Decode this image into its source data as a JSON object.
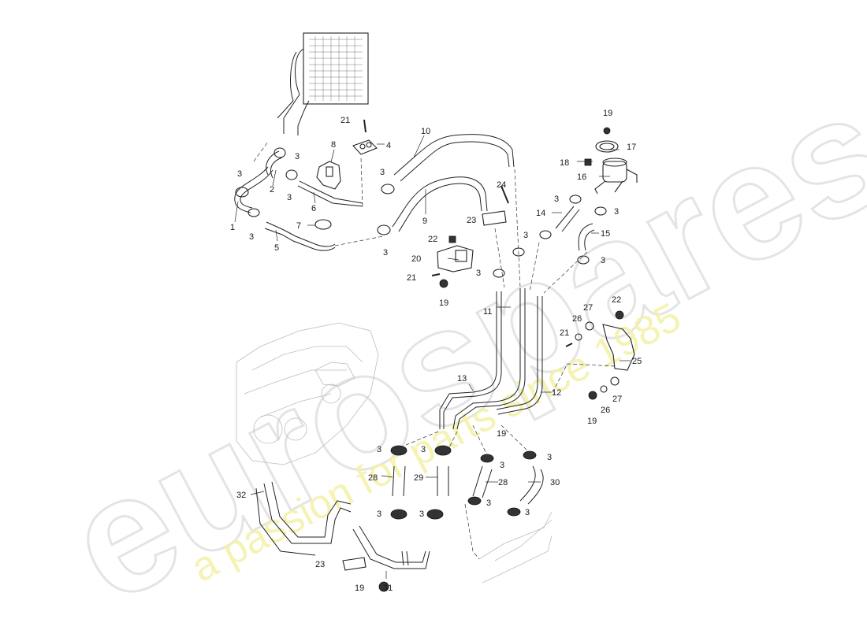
{
  "watermark": {
    "brand": "eurospares",
    "tagline": "a passion for parts since 1985"
  },
  "callouts": [
    {
      "id": "c1",
      "text": "1"
    },
    {
      "id": "c2",
      "text": "2"
    },
    {
      "id": "c3a",
      "text": "3"
    },
    {
      "id": "c3b",
      "text": "3"
    },
    {
      "id": "c3c",
      "text": "3"
    },
    {
      "id": "c3d",
      "text": "3"
    },
    {
      "id": "c3e",
      "text": "3"
    },
    {
      "id": "c4",
      "text": "4"
    },
    {
      "id": "c5",
      "text": "5"
    },
    {
      "id": "c6",
      "text": "6"
    },
    {
      "id": "c7",
      "text": "7"
    },
    {
      "id": "c8",
      "text": "8"
    },
    {
      "id": "c3f",
      "text": "3"
    },
    {
      "id": "c9",
      "text": "9"
    },
    {
      "id": "c10",
      "text": "10"
    },
    {
      "id": "c21a",
      "text": "21"
    },
    {
      "id": "c24",
      "text": "24"
    },
    {
      "id": "c23a",
      "text": "23"
    },
    {
      "id": "c22a",
      "text": "22"
    },
    {
      "id": "c20",
      "text": "20"
    },
    {
      "id": "c21b",
      "text": "21"
    },
    {
      "id": "c19a",
      "text": "19"
    },
    {
      "id": "c3g",
      "text": "3"
    },
    {
      "id": "c11",
      "text": "11"
    },
    {
      "id": "c19b",
      "text": "19"
    },
    {
      "id": "c17",
      "text": "17"
    },
    {
      "id": "c18",
      "text": "18"
    },
    {
      "id": "c16",
      "text": "16"
    },
    {
      "id": "c3h",
      "text": "3"
    },
    {
      "id": "c3i",
      "text": "3"
    },
    {
      "id": "c14",
      "text": "14"
    },
    {
      "id": "c3j",
      "text": "3"
    },
    {
      "id": "c15",
      "text": "15"
    },
    {
      "id": "c3k",
      "text": "3"
    },
    {
      "id": "c27a",
      "text": "27"
    },
    {
      "id": "c22b",
      "text": "22"
    },
    {
      "id": "c26a",
      "text": "26"
    },
    {
      "id": "c21c",
      "text": "21"
    },
    {
      "id": "c25",
      "text": "25"
    },
    {
      "id": "c13",
      "text": "13"
    },
    {
      "id": "c12",
      "text": "12"
    },
    {
      "id": "c19c",
      "text": "19"
    },
    {
      "id": "c27b",
      "text": "27"
    },
    {
      "id": "c26b",
      "text": "26"
    },
    {
      "id": "c19d",
      "text": "19"
    },
    {
      "id": "c3l",
      "text": "3"
    },
    {
      "id": "c3m",
      "text": "3"
    },
    {
      "id": "c3n",
      "text": "3"
    },
    {
      "id": "c3o",
      "text": "3"
    },
    {
      "id": "c28a",
      "text": "28"
    },
    {
      "id": "c29",
      "text": "29"
    },
    {
      "id": "c28b",
      "text": "28"
    },
    {
      "id": "c30",
      "text": "30"
    },
    {
      "id": "c32",
      "text": "32"
    },
    {
      "id": "c3p",
      "text": "3"
    },
    {
      "id": "c3q",
      "text": "3"
    },
    {
      "id": "c3r",
      "text": "3"
    },
    {
      "id": "c3s",
      "text": "3"
    },
    {
      "id": "c23b",
      "text": "23"
    },
    {
      "id": "c31",
      "text": "31"
    },
    {
      "id": "c19e",
      "text": "19"
    }
  ]
}
